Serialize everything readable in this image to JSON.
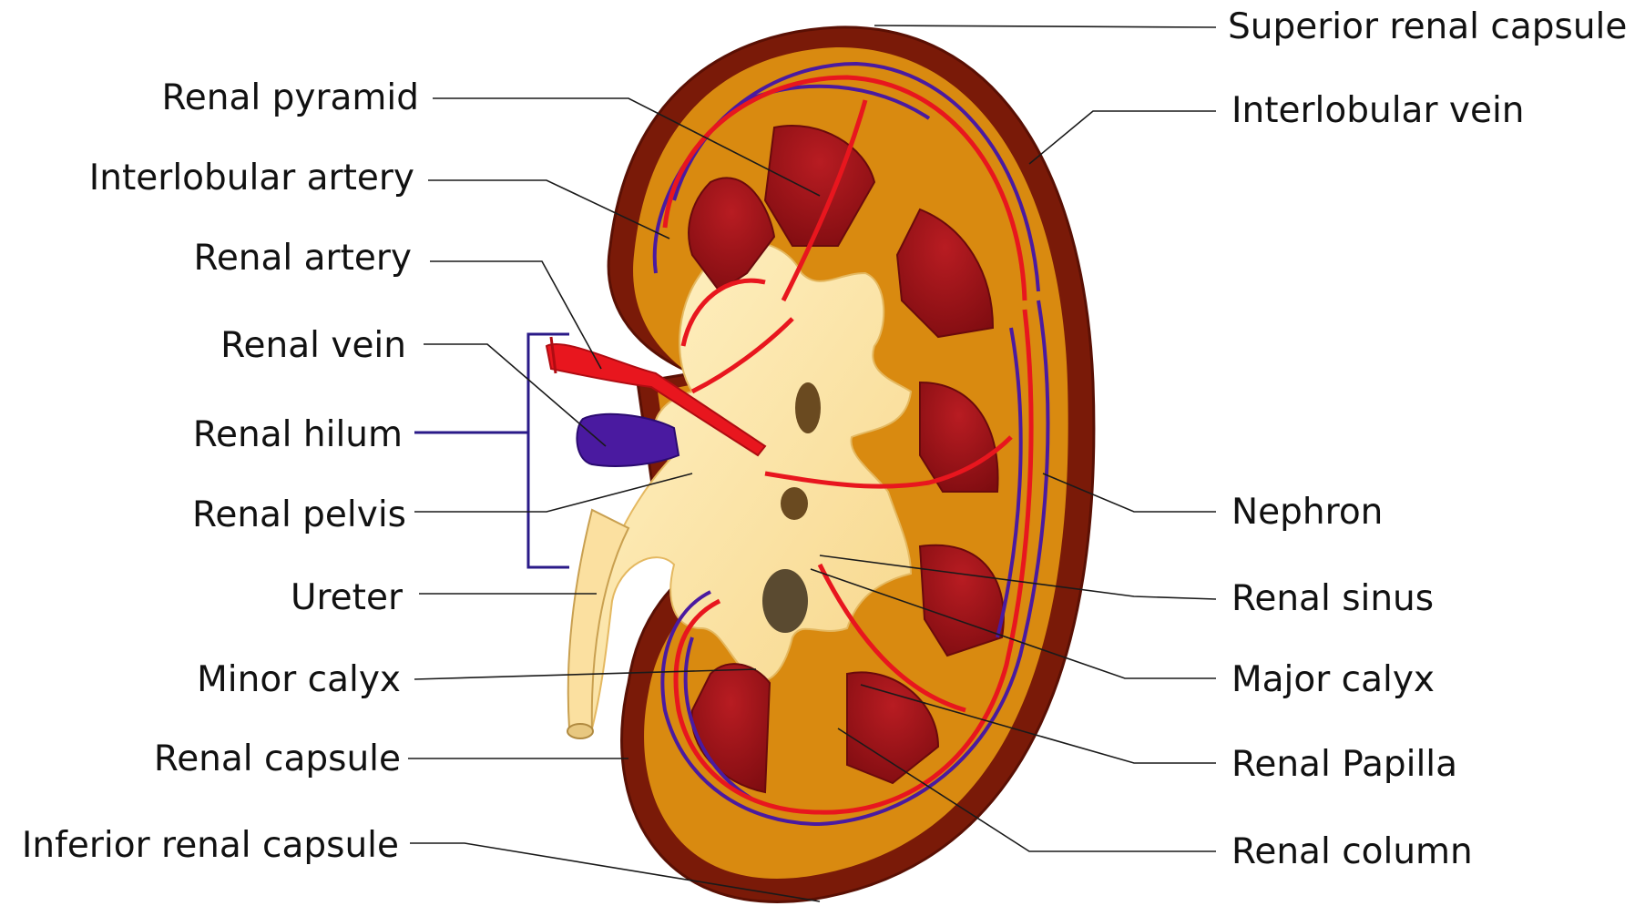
{
  "labels_left": {
    "renal_pyramid": "Renal pyramid",
    "interlobular_artery": "Interlobular artery",
    "renal_artery": "Renal artery",
    "renal_vein": "Renal vein",
    "renal_hilum": "Renal hilum",
    "renal_pelvis": "Renal pelvis",
    "ureter": "Ureter",
    "minor_calyx": "Minor calyx",
    "renal_capsule": "Renal capsule",
    "inferior_renal_capsule": "Inferior renal capsule"
  },
  "labels_right": {
    "superior_renal_capsule": "Superior renal capsule",
    "interlobular_vein": "Interlobular vein",
    "nephron": "Nephron",
    "renal_sinus": "Renal sinus",
    "major_calyx": "Major calyx",
    "renal_papilla": "Renal Papilla",
    "renal_column": "Renal column"
  },
  "colors": {
    "capsule": "#7a1a08",
    "cortex": "#d98a10",
    "pyramid": "#a8141a",
    "sinus_fat": "#fbe3a0",
    "artery": "#e8161e",
    "vein": "#4a1aa0",
    "hilum_bracket": "#2a1a88"
  }
}
